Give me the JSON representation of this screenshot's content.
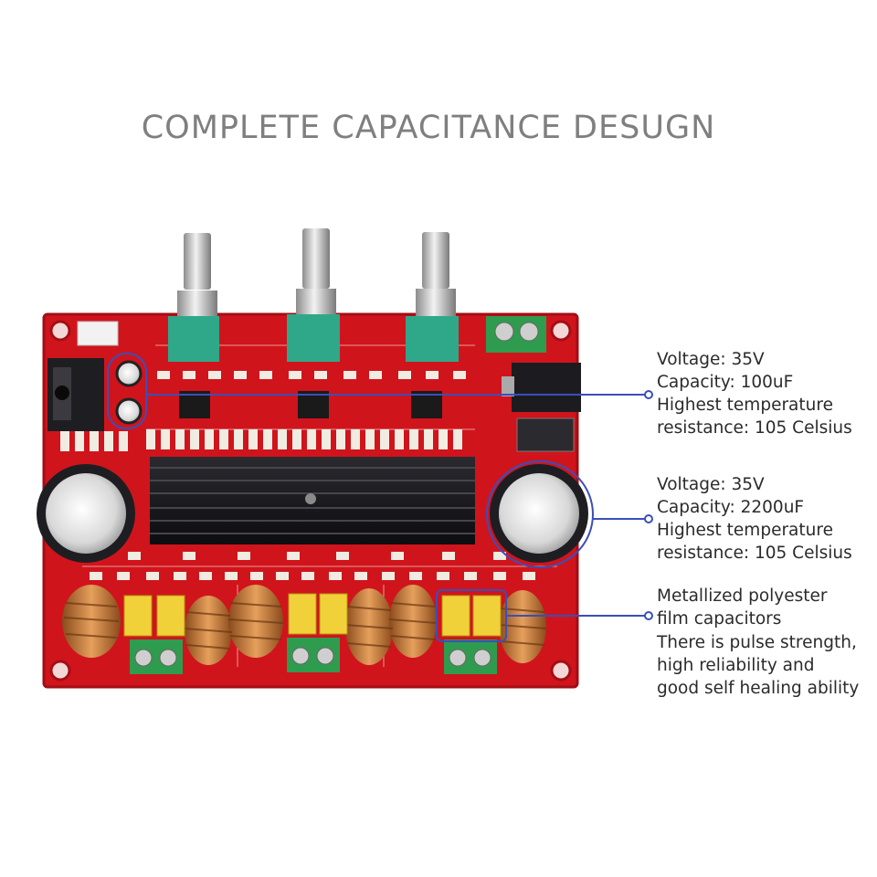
{
  "title": "COMPLETE CAPACITANCE DESUGN",
  "callouts": [
    {
      "lines": [
        "Voltage: 35V",
        "Capacity: 100uF",
        "Highest temperature",
        "resistance: 105 Celsius"
      ]
    },
    {
      "lines": [
        "Voltage: 35V",
        "Capacity: 2200uF",
        "Highest temperature",
        "resistance: 105 Celsius"
      ]
    },
    {
      "lines": [
        "Metallized polyester",
        "film capacitors",
        "There is pulse strength,",
        "high reliability and",
        "good self healing ability"
      ]
    }
  ],
  "colors": {
    "board": "#d0141c",
    "board_dark": "#a40d14",
    "heatsink": "#1a1a1e",
    "potentiometer": "#2fa88a",
    "terminal": "#2f9b4e",
    "coil": "#c9793a",
    "film_cap": "#f0d13a",
    "callout_line": "#3a4fb8",
    "title": "#7f7f7f"
  },
  "icons": [
    "potentiometer-knob-icon",
    "screw-terminal-icon",
    "electrolytic-capacitor-icon",
    "toroidal-inductor-icon",
    "film-capacitor-icon",
    "dc-jack-icon",
    "audio-jack-icon"
  ]
}
